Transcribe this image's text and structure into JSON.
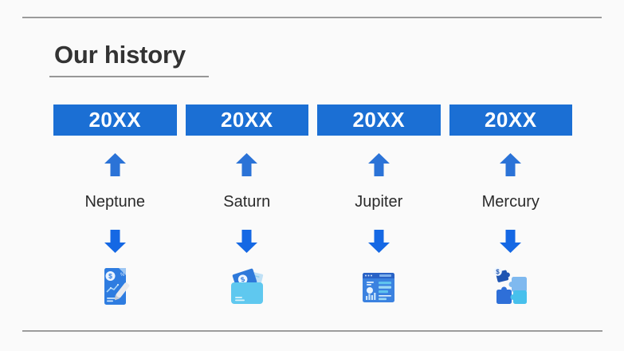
{
  "slide": {
    "title": "Our history",
    "background": "#fafafa",
    "colors": {
      "banner_blue": "#1b6fd4",
      "arrow_up_blue": "#2b73d7",
      "arrow_down_blue": "#1568e4",
      "rule_gray": "#8c8c8c",
      "title_color": "#333333",
      "label_color": "#2b2b2b"
    }
  },
  "timeline": {
    "columns": [
      {
        "year": "20XX",
        "label": "Neptune",
        "icon": "financial-report-icon"
      },
      {
        "year": "20XX",
        "label": "Saturn",
        "icon": "wallet-money-icon"
      },
      {
        "year": "20XX",
        "label": "Jupiter",
        "icon": "dashboard-report-icon"
      },
      {
        "year": "20XX",
        "label": "Mercury",
        "icon": "puzzle-money-icon"
      }
    ]
  }
}
